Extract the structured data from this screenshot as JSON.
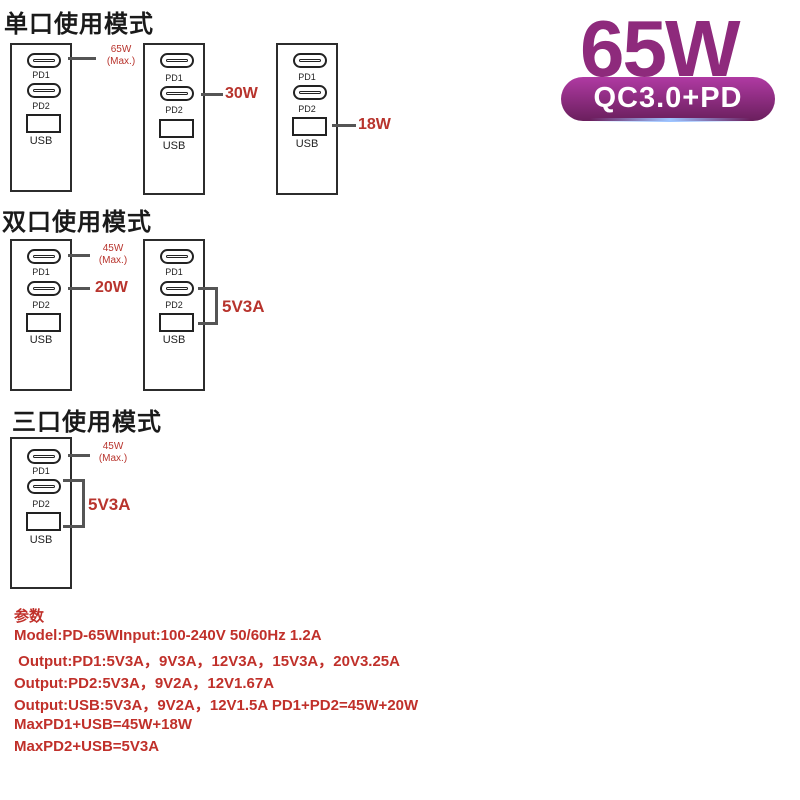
{
  "logo": {
    "number": "65W",
    "subtitle": "QC3.0+PD"
  },
  "sections": {
    "single": "单口使用模式",
    "dual": "双口使用模式",
    "triple": "三口使用模式"
  },
  "ports": {
    "pd1": "PD1",
    "pd2": "PD2",
    "usb": "USB"
  },
  "labels": {
    "s1_watt": "65W",
    "s1_max": "(Max.)",
    "s2_watt": "30W",
    "s3_watt": "18W",
    "d1_watt": "45W",
    "d1_max": "(Max.)",
    "d1_pd2": "20W",
    "d2_pair": "5V3A",
    "t1_watt": "45W",
    "t1_max": "(Max.)",
    "t1_pair": "5V3A"
  },
  "specs": {
    "title": "参数",
    "lines": [
      "Model:PD-65WInput:100-240V 50/60Hz 1.2A",
      " Output:PD1:5V3A，9V3A，12V3A，15V3A，20V3.25A",
      "Output:PD2:5V3A，9V2A，12V1.67A",
      "Output:USB:5V3A，9V2A，12V1.5A PD1+PD2=45W+20W",
      "MaxPD1+USB=45W+18W",
      "MaxPD2+USB=5V3A"
    ]
  }
}
